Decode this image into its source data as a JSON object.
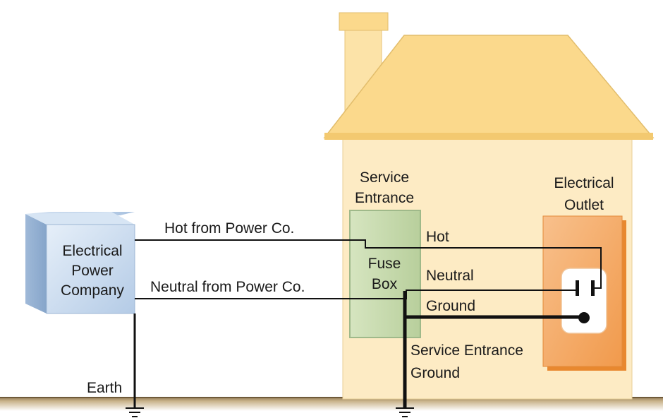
{
  "labels": {
    "company_line1": "Electrical",
    "company_line2": "Power",
    "company_line3": "Company",
    "hot_from_power": "Hot from Power Co.",
    "neutral_from_power": "Neutral from Power Co.",
    "earth": "Earth",
    "service_entrance_line1": "Service",
    "service_entrance_line2": "Entrance",
    "fuse_line1": "Fuse",
    "fuse_line2": "Box",
    "hot": "Hot",
    "neutral": "Neutral",
    "ground": "Ground",
    "service_ground_line1": "Service Entrance",
    "service_ground_line2": "Ground",
    "outlet_line1": "Electrical",
    "outlet_line2": "Outlet"
  },
  "colors": {
    "house_wall": "#fdebc4",
    "roof": "#fbd98c",
    "fuse_box": "#c9dcb0",
    "outlet_plate": "#f5a256",
    "power_box": "#c7daf0",
    "ground_strip": "#c8b28a",
    "wire": "#111111"
  }
}
